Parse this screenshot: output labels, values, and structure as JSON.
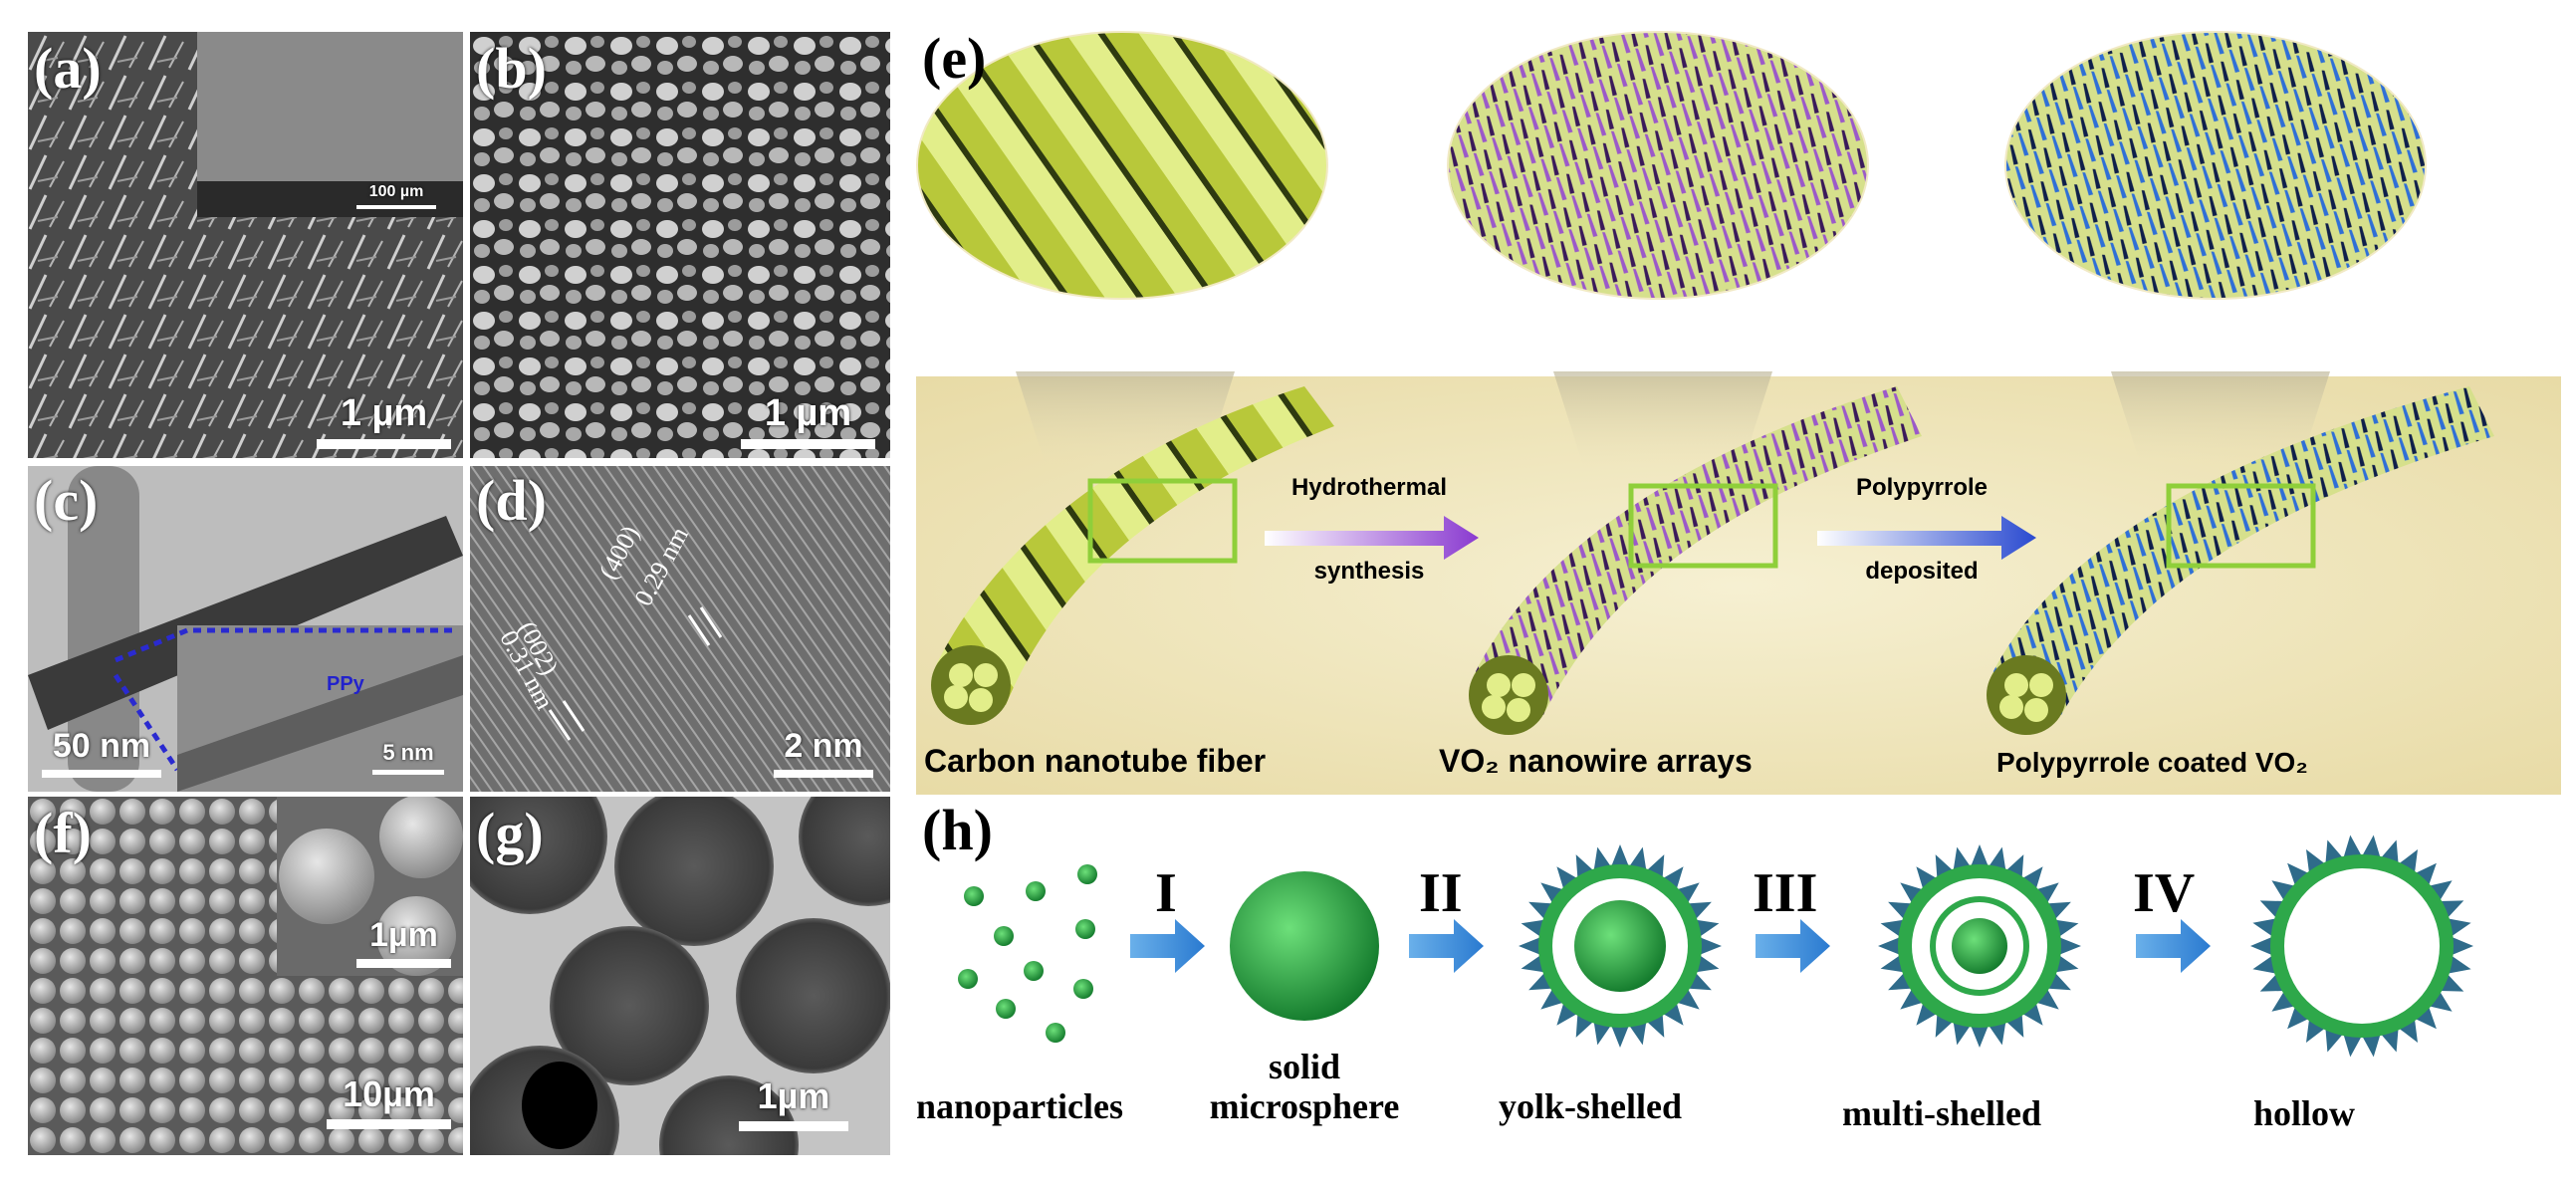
{
  "panels": {
    "a": {
      "label": "(a)",
      "scale": "1 µm",
      "inset_scale": "100 µm"
    },
    "b": {
      "label": "(b)",
      "scale": "1 µm"
    },
    "c": {
      "label": "(c)",
      "scale": "50 nm",
      "inset_scale": "5 nm",
      "inset_tag": "PPy"
    },
    "d": {
      "label": "(d)",
      "scale": "2 nm",
      "plane1": "(400)",
      "spacing1": "0.29 nm",
      "plane2": "(002)",
      "spacing2": "0.31 nm"
    },
    "e": {
      "label": "(e)",
      "step1_line1": "Hydrothermal",
      "step1_line2": "synthesis",
      "step2_line1": "Polypyrrole",
      "step2_line2": "deposited",
      "caption1": "Carbon nanotube fiber",
      "caption2": "VO₂ nanowire arrays",
      "caption3": "Polypyrrole coated VO₂"
    },
    "f": {
      "label": "(f)",
      "scale": "10µm",
      "inset_scale": "1µm"
    },
    "g": {
      "label": "(g)",
      "scale": "1µm"
    },
    "h": {
      "label": "(h)",
      "steps": [
        "I",
        "II",
        "III",
        "IV"
      ],
      "stage1": "nanoparticles",
      "stage2_line1": "solid",
      "stage2_line2": "microsphere",
      "stage3": "yolk-shelled",
      "stage4": "multi-shelled",
      "stage5": "hollow"
    }
  },
  "colors": {
    "fiber_green": "#c8d64a",
    "vo2_purple": "#9b59c9",
    "ppy_blue": "#2f6fd6",
    "arrow_blue": "#3a8ad6",
    "sphere_green": "#2ea84a",
    "spike_blue": "#2f6b8a",
    "frame_green": "#8fcf3a",
    "background_cream": "#f1e9c4"
  }
}
